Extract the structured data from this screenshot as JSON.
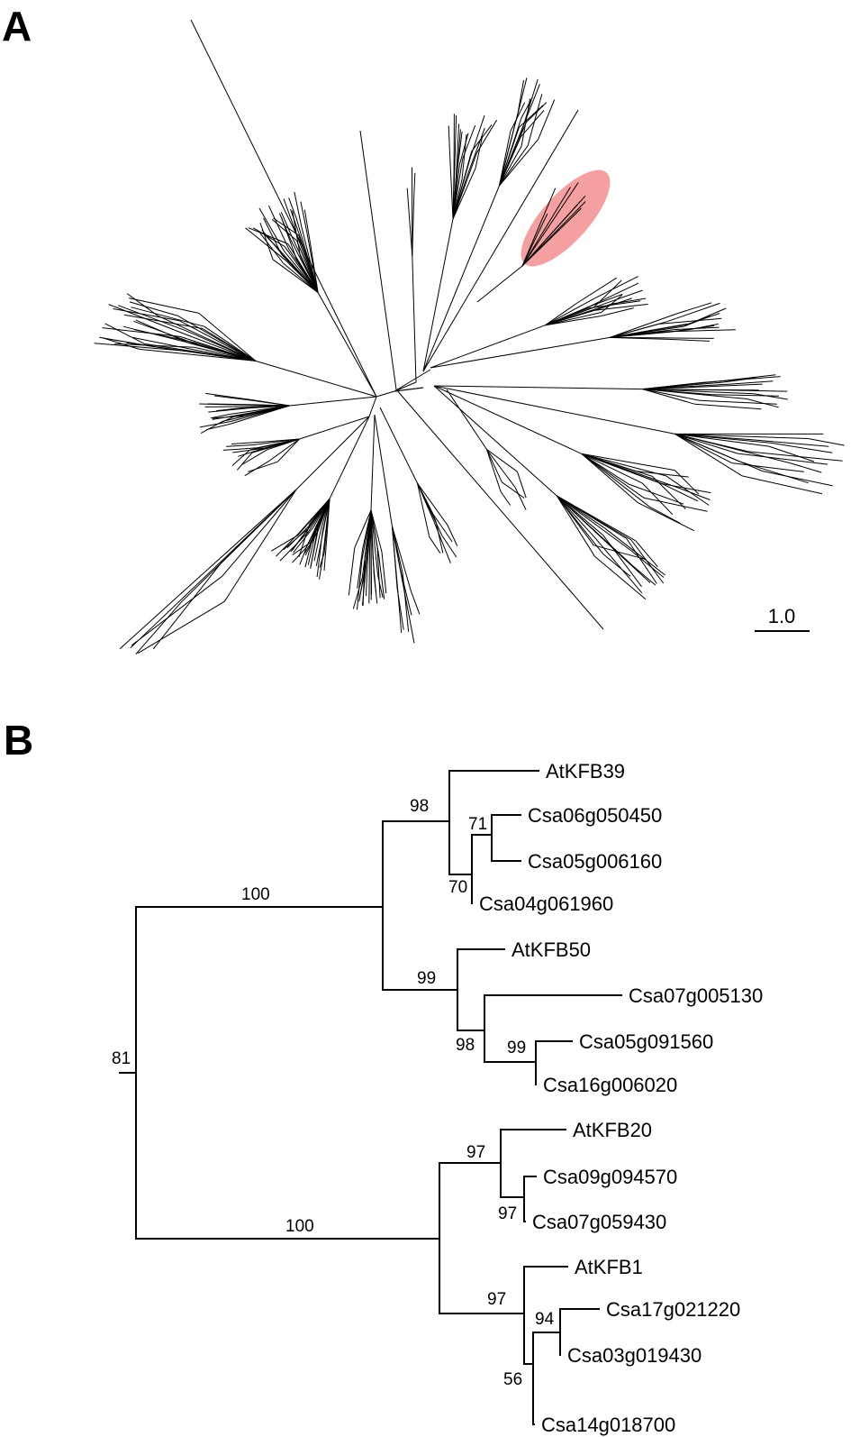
{
  "panel_a": {
    "letter": "A",
    "scale_bar_label": "1.0",
    "highlight_color": "#f08080"
  },
  "panel_b": {
    "letter": "B",
    "taxa": [
      {
        "name": "AtKFB39"
      },
      {
        "name": "Csa06g050450"
      },
      {
        "name": "Csa05g006160"
      },
      {
        "name": "Csa04g061960"
      },
      {
        "name": "AtKFB50"
      },
      {
        "name": "Csa07g005130"
      },
      {
        "name": "Csa05g091560"
      },
      {
        "name": "Csa16g006020"
      },
      {
        "name": "AtKFB20"
      },
      {
        "name": "Csa09g094570"
      },
      {
        "name": "Csa07g059430"
      },
      {
        "name": "AtKFB1"
      },
      {
        "name": "Csa17g021220"
      },
      {
        "name": "Csa03g019430"
      },
      {
        "name": "Csa14g018700"
      }
    ],
    "bootstrap": [
      {
        "id": "root",
        "value": "81"
      },
      {
        "id": "upper",
        "value": "100"
      },
      {
        "id": "lower",
        "value": "100"
      },
      {
        "id": "g1",
        "value": "98"
      },
      {
        "id": "g1a",
        "value": "70"
      },
      {
        "id": "g1b",
        "value": "71"
      },
      {
        "id": "g2",
        "value": "99"
      },
      {
        "id": "g2a",
        "value": "98"
      },
      {
        "id": "g2b",
        "value": "99"
      },
      {
        "id": "g3",
        "value": "97"
      },
      {
        "id": "g3a",
        "value": "97"
      },
      {
        "id": "g4",
        "value": "97"
      },
      {
        "id": "g4a",
        "value": "56"
      },
      {
        "id": "g4b",
        "value": "94"
      }
    ]
  }
}
